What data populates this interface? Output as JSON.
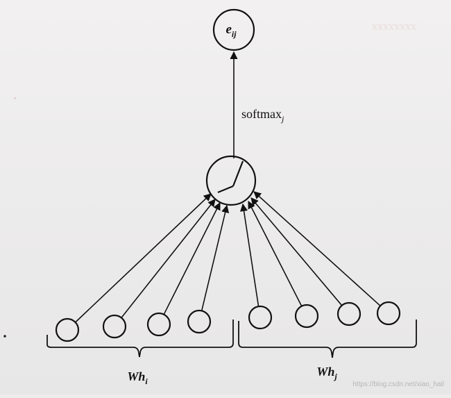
{
  "diagram": {
    "output_node": {
      "label_main": "e",
      "label_sub": "ij"
    },
    "edge_label": {
      "main": "softmax",
      "sub": "j"
    },
    "groups": [
      {
        "main": "Wh",
        "sub": "i"
      },
      {
        "main": "Wh",
        "sub": "j"
      }
    ],
    "watermark": "https://blog.csdn.net/xiao_hail",
    "colors": {
      "ink": "#111111",
      "background": "#eeecec"
    },
    "icons": {
      "attention_unit": "clock-icon"
    }
  }
}
